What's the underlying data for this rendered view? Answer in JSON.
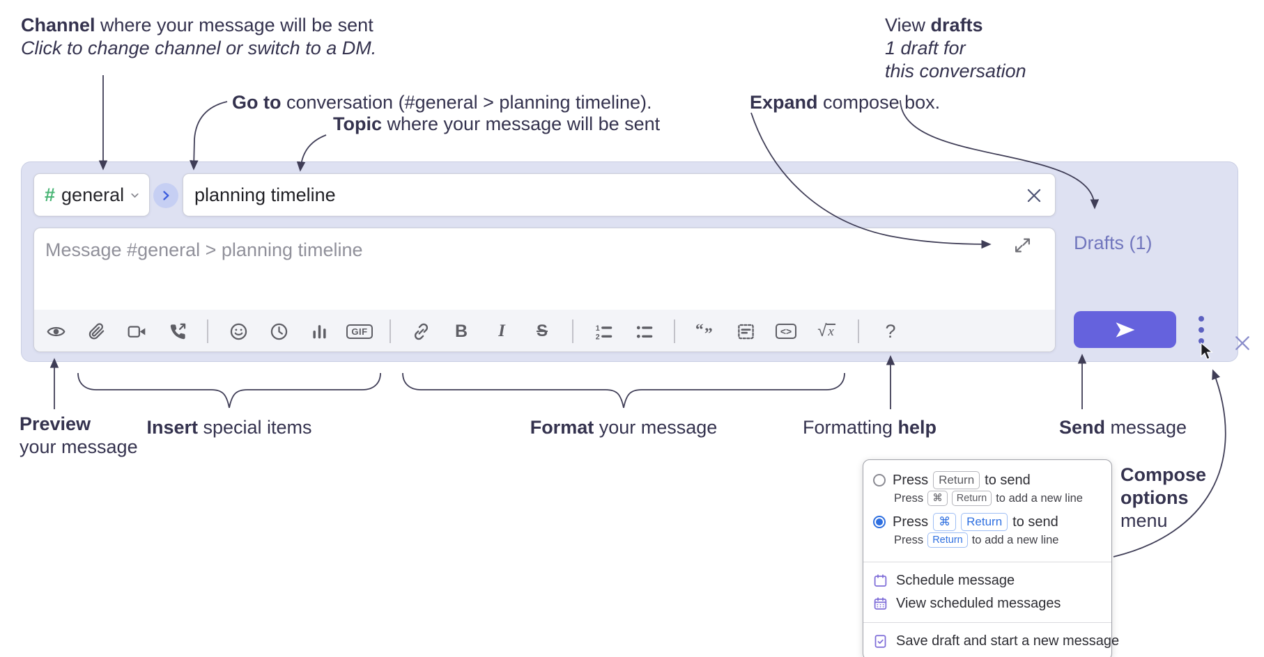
{
  "annotations": {
    "channel": {
      "bold": "Channel",
      "rest": " where your message will be sent",
      "sub": "Click to change channel or switch to a DM."
    },
    "goto": {
      "bold": "Go to",
      "rest": " conversation (#general > planning timeline)."
    },
    "topic": {
      "bold": "Topic",
      "rest": " where your message will be sent"
    },
    "view_drafts": {
      "pre": "View ",
      "bold": "drafts",
      "sub1": "1 draft for",
      "sub2": "this conversation"
    },
    "expand": {
      "bold": "Expand",
      "rest": " compose box."
    },
    "preview": {
      "bold": "Preview",
      "sub": "your message"
    },
    "insert": {
      "bold": "Insert",
      "rest": " special items"
    },
    "format": {
      "bold": "Format",
      "rest": " your message"
    },
    "help": {
      "pre": "Formatting ",
      "bold": "help"
    },
    "send": {
      "bold": "Send",
      "rest": " message"
    },
    "compose_options": {
      "line1": "Compose",
      "line2": "options",
      "line3": "menu"
    }
  },
  "compose": {
    "channel_selector": {
      "hash": "#",
      "name": "general"
    },
    "topic_input": {
      "value": "planning timeline"
    },
    "message_input": {
      "placeholder": "Message #general > planning timeline"
    },
    "drafts_link": "Drafts (1)"
  },
  "toolbar": {
    "items": [
      {
        "name": "preview-icon",
        "kind": "svg"
      },
      {
        "name": "attach-file-icon",
        "kind": "svg"
      },
      {
        "name": "video-call-icon",
        "kind": "svg"
      },
      {
        "name": "audio-call-icon",
        "kind": "svg"
      },
      {
        "name": "divider"
      },
      {
        "name": "emoji-icon",
        "kind": "svg"
      },
      {
        "name": "time-icon",
        "kind": "svg"
      },
      {
        "name": "poll-icon",
        "kind": "svg"
      },
      {
        "name": "gif-icon",
        "kind": "boxed-gif",
        "glyph": "GIF"
      },
      {
        "name": "divider"
      },
      {
        "name": "link-icon",
        "kind": "svg"
      },
      {
        "name": "bold-icon",
        "kind": "text-b",
        "glyph": "B"
      },
      {
        "name": "italic-icon",
        "kind": "text-i",
        "glyph": "I"
      },
      {
        "name": "strikethrough-icon",
        "kind": "text-s",
        "glyph": "S"
      },
      {
        "name": "divider"
      },
      {
        "name": "numbered-list-icon",
        "kind": "svg"
      },
      {
        "name": "bulleted-list-icon",
        "kind": "svg"
      },
      {
        "name": "divider"
      },
      {
        "name": "quote-icon",
        "kind": "svg"
      },
      {
        "name": "spoiler-icon",
        "kind": "svg"
      },
      {
        "name": "code-icon",
        "kind": "boxed-code",
        "glyph": "<>"
      },
      {
        "name": "math-icon",
        "kind": "math",
        "glyph": "√x"
      },
      {
        "name": "divider"
      },
      {
        "name": "help-icon",
        "kind": "text-q",
        "glyph": "?"
      }
    ]
  },
  "send_menu": {
    "options": [
      {
        "selected": false,
        "main": [
          {
            "t": "Press "
          },
          {
            "k": "Return"
          },
          {
            "t": " to send"
          }
        ],
        "sub": [
          {
            "t": "Press "
          },
          {
            "k": "⌘"
          },
          {
            "k": "Return"
          },
          {
            "t": " to add a new line"
          }
        ]
      },
      {
        "selected": true,
        "main": [
          {
            "t": "Press "
          },
          {
            "k": "⌘",
            "blue": true
          },
          {
            "k": "Return",
            "blue": true
          },
          {
            "t": " to send"
          }
        ],
        "sub": [
          {
            "t": "Press "
          },
          {
            "k": "Return",
            "blue": true
          },
          {
            "t": " to add a new line"
          }
        ]
      }
    ],
    "groups": [
      [
        {
          "icon": "schedule-icon",
          "label": "Schedule message"
        },
        {
          "icon": "scheduled-messages-icon",
          "label": "View scheduled messages"
        }
      ],
      [
        {
          "icon": "save-draft-icon",
          "label": "Save draft and start a new message"
        }
      ]
    ]
  },
  "colors": {
    "send_button": "#6562dd",
    "lavender": "#dee1f2",
    "channel_green": "#49b575",
    "key_blue": "#2e6fe0",
    "drafts_purple": "#7176bd"
  }
}
